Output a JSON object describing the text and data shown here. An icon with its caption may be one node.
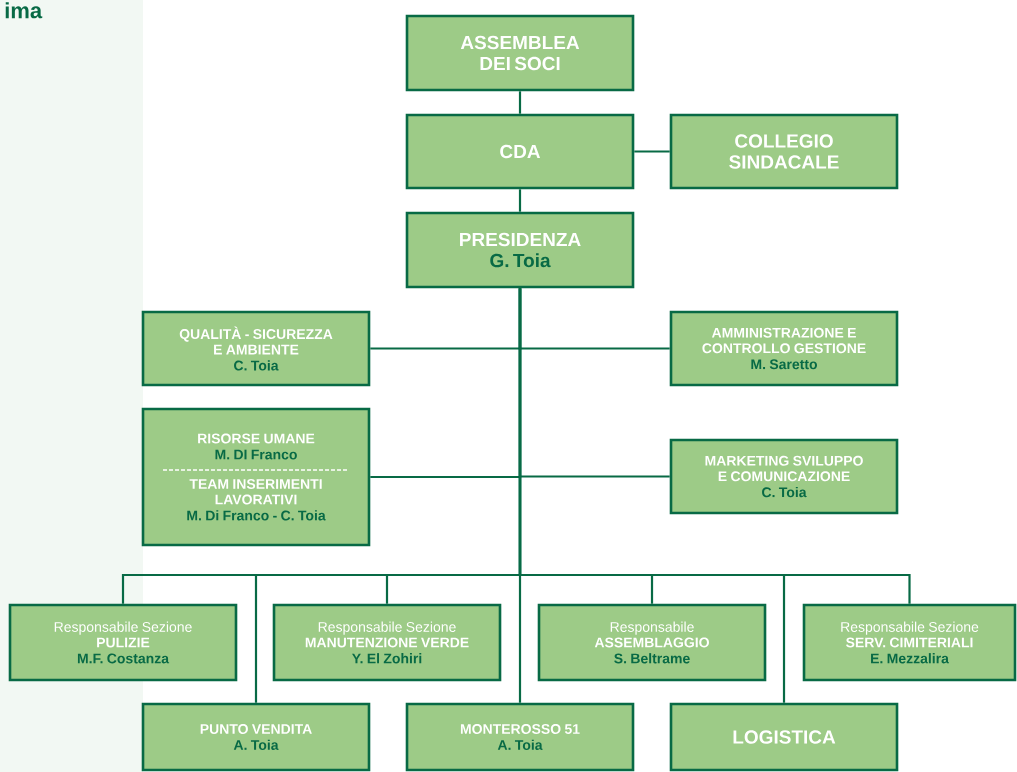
{
  "diagram": {
    "title": "ima",
    "nodes": [
      {
        "text": [
          "ASSEMBLEA DEI SOCI"
        ]
      },
      {
        "text": [
          "CDA"
        ]
      },
      {
        "text": [
          "COLLEGIO SINDACALE"
        ]
      },
      {
        "text": [
          "PRESIDENZA",
          "G. Toia"
        ]
      },
      {
        "text": [
          "QUALITÀ - SICUREZZA E AMBIENTE",
          "C. Toia"
        ]
      },
      {
        "text": [
          "AMMINISTRAZIONE E CONTROLLO GESTIONE",
          "M. Saretto"
        ]
      },
      {
        "text": [
          "RISORSE UMANE",
          "M. DI Franco",
          "TEAM INSERIMENTI LAVORATIVI",
          "M. Di Franco - C. Toia"
        ]
      },
      {
        "text": [
          "MARKETING SVILUPPO E COMUNICAZIONE",
          "C. Toia"
        ]
      },
      {
        "text": [
          "Responsabile Sezione",
          "PULIZIE",
          "M.F. Costanza"
        ]
      },
      {
        "text": [
          "Responsabile Sezione",
          "MANUTENZIONE VERDE",
          "Y. El Zohiri"
        ]
      },
      {
        "text": [
          "Responsabile",
          "ASSEMBLAGGIO",
          "S. Beltrame"
        ]
      },
      {
        "text": [
          "Responsabile Sezione",
          "SERV. CIMITERIALI",
          "E. Mezzalira"
        ]
      },
      {
        "text": [
          "PUNTO VENDITA",
          "A. Toia"
        ]
      },
      {
        "text": [
          "MONTEROSSO 51",
          "A. Toia"
        ]
      },
      {
        "text": [
          "LOGISTICA"
        ]
      }
    ],
    "edges": [
      {
        "from": 0,
        "to": 1,
        "arrow": "none"
      },
      {
        "from": 1,
        "to": 2,
        "arrow": "none"
      },
      {
        "from": 1,
        "to": 3,
        "arrow": "none"
      },
      {
        "from": 3,
        "to": 4,
        "arrow": "none"
      },
      {
        "from": 3,
        "to": 5,
        "arrow": "none"
      },
      {
        "from": 3,
        "to": 6,
        "arrow": "none"
      },
      {
        "from": 3,
        "to": 7,
        "arrow": "none"
      },
      {
        "from": 3,
        "to": 8,
        "arrow": "none"
      },
      {
        "from": 3,
        "to": 12,
        "arrow": "none"
      },
      {
        "from": 3,
        "to": 9,
        "arrow": "none"
      },
      {
        "from": 3,
        "to": 13,
        "arrow": "none"
      },
      {
        "from": 3,
        "to": 10,
        "arrow": "none"
      },
      {
        "from": 3,
        "to": 14,
        "arrow": "none"
      },
      {
        "from": 3,
        "to": 11,
        "arrow": "none"
      }
    ]
  }
}
